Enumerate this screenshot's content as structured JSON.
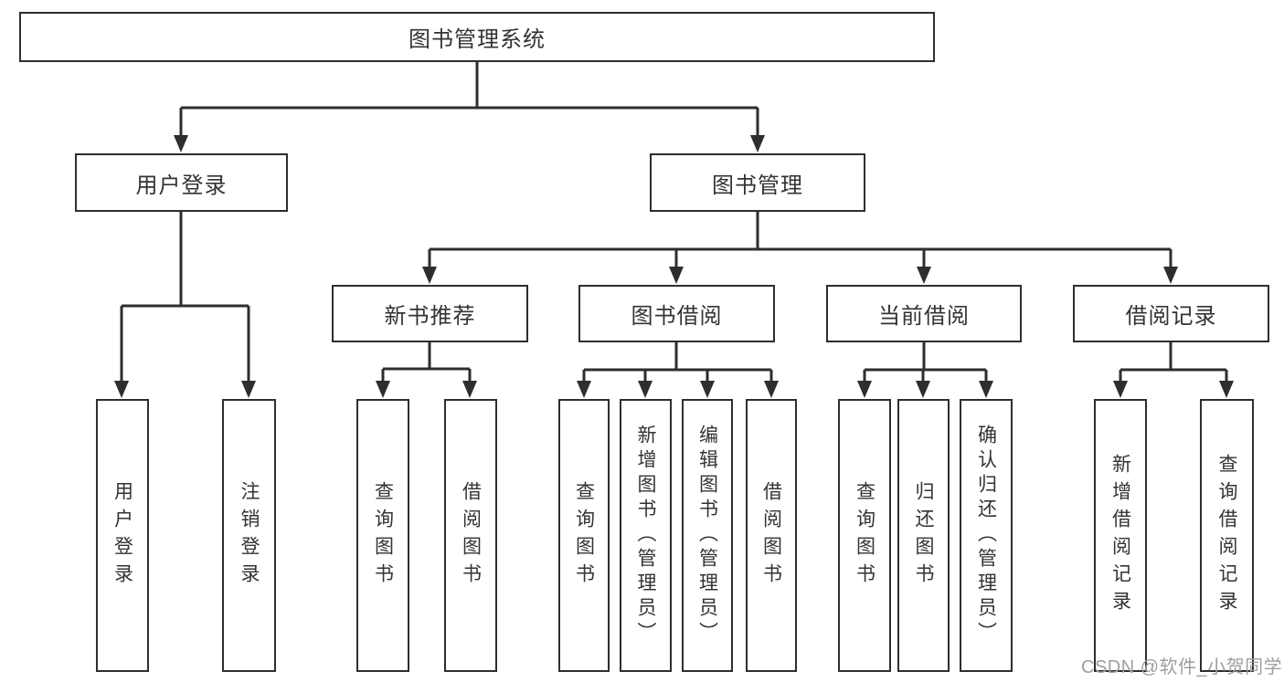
{
  "diagram": {
    "title_node": {
      "label": "图书管理系统"
    },
    "level2": [
      {
        "id": "user-login",
        "label": "用户登录"
      },
      {
        "id": "book-management",
        "label": "图书管理"
      }
    ],
    "level3": [
      {
        "id": "new-book-recommend",
        "parent": "图书管理",
        "label": "新书推荐"
      },
      {
        "id": "book-borrow",
        "parent": "图书管理",
        "label": "图书借阅"
      },
      {
        "id": "current-borrow",
        "parent": "图书管理",
        "label": "当前借阅"
      },
      {
        "id": "borrow-records",
        "parent": "图书管理",
        "label": "借阅记录"
      }
    ],
    "leaves": [
      {
        "parent": "用户登录",
        "label": "用户登录"
      },
      {
        "parent": "用户登录",
        "label": "注销登录"
      },
      {
        "parent": "新书推荐",
        "label": "查询图书"
      },
      {
        "parent": "新书推荐",
        "label": "借阅图书"
      },
      {
        "parent": "图书借阅",
        "label": "查询图书"
      },
      {
        "parent": "图书借阅",
        "label": "新增图书（管理员）"
      },
      {
        "parent": "图书借阅",
        "label": "编辑图书（管理员）"
      },
      {
        "parent": "图书借阅",
        "label": "借阅图书"
      },
      {
        "parent": "当前借阅",
        "label": "查询图书"
      },
      {
        "parent": "当前借阅",
        "label": "归还图书"
      },
      {
        "parent": "当前借阅",
        "label": "确认归还（管理员）"
      },
      {
        "parent": "借阅记录",
        "label": "新增借阅记录"
      },
      {
        "parent": "借阅记录",
        "label": "查询借阅记录"
      }
    ]
  },
  "watermark": {
    "text": "CSDN @软件_小贺同学"
  },
  "colors": {
    "line": "#2e2e2e",
    "text": "#333333",
    "background": "#ffffff",
    "watermark": "#9e9e9e"
  }
}
